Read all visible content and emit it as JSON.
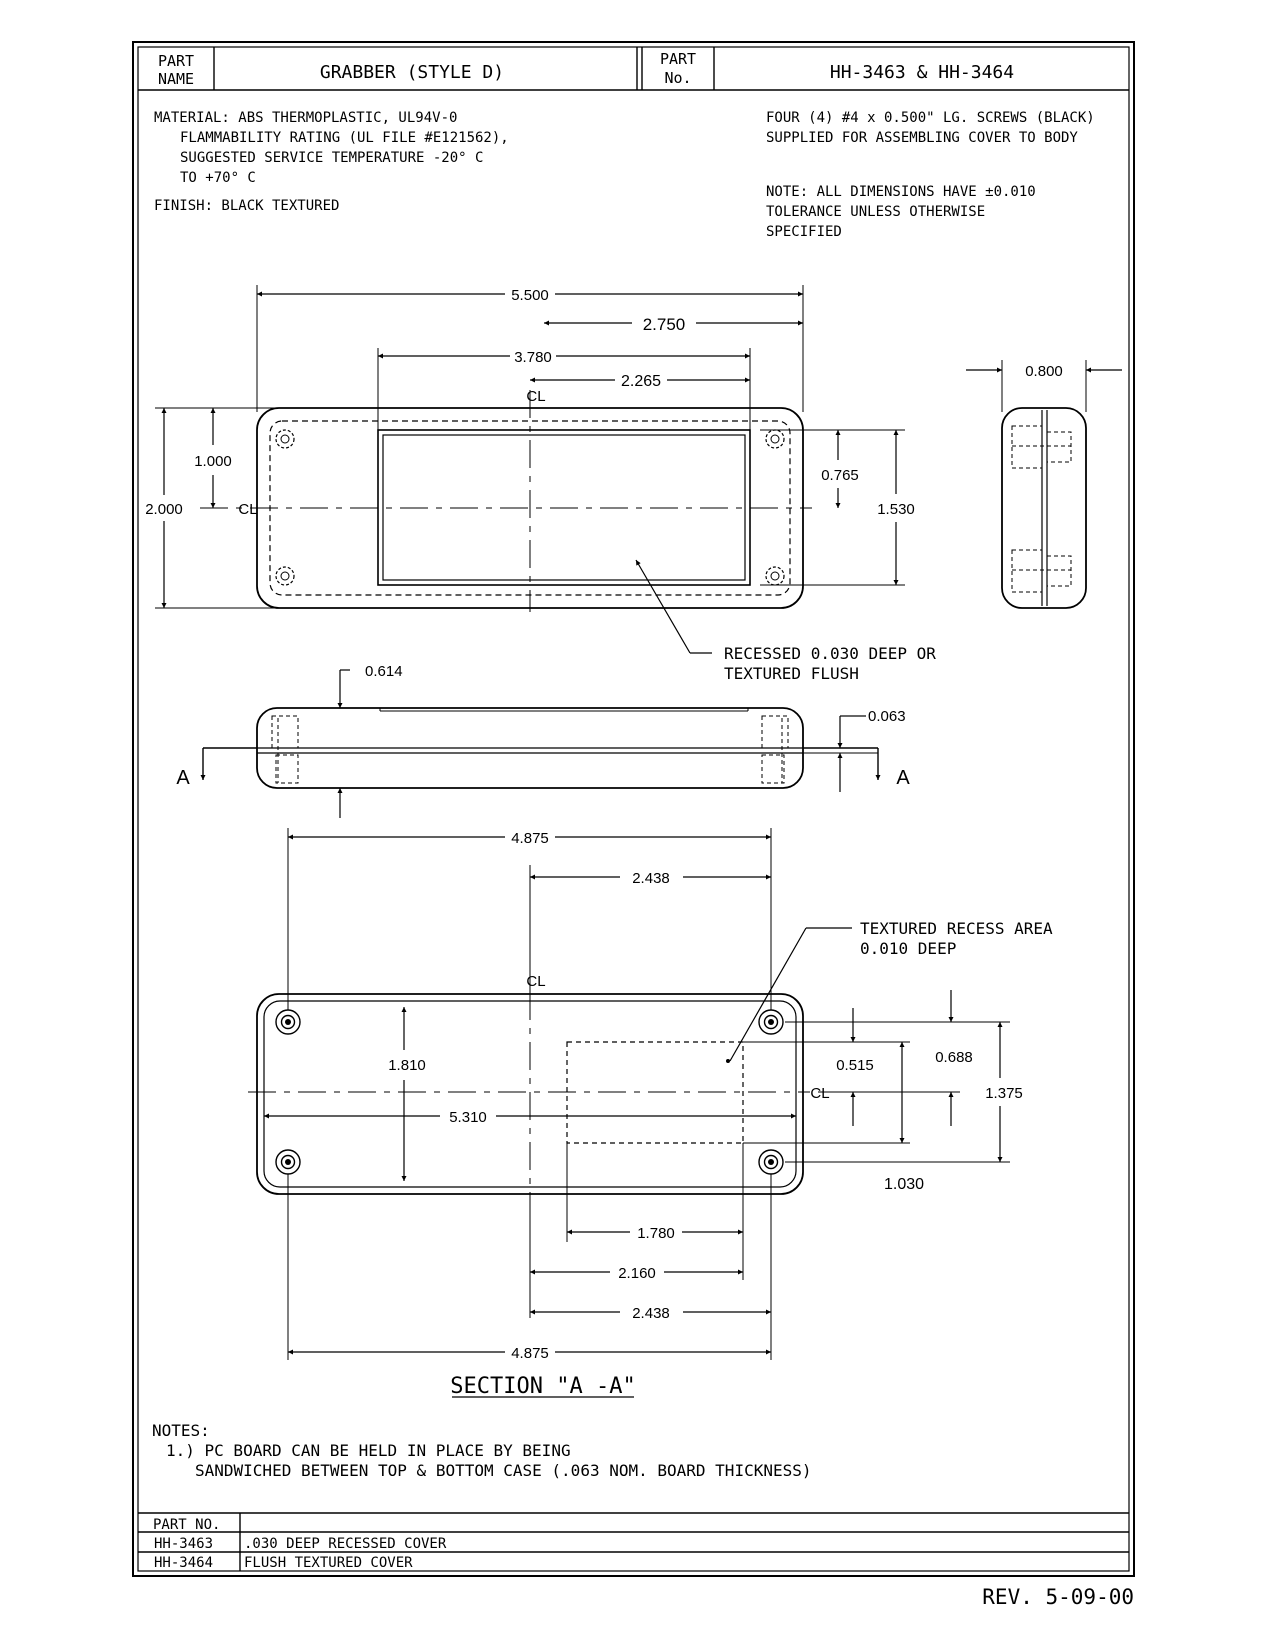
{
  "title_block": {
    "part_name_label_1": "PART",
    "part_name_label_2": "NAME",
    "part_name": "GRABBER  (STYLE D)",
    "part_no_label_1": "PART",
    "part_no_label_2": "No.",
    "part_no": "HH-3463  &  HH-3464"
  },
  "material": {
    "line1": "MATERIAL: ABS THERMOPLASTIC, UL94V-0",
    "line2": "FLAMMABILITY RATING (UL FILE #E121562),",
    "line3": "SUGGESTED SERVICE TEMPERATURE -20° C",
    "line4": "TO +70° C",
    "finish": "FINISH: BLACK TEXTURED"
  },
  "screws": {
    "line1": "FOUR (4) #4 x 0.500\" LG. SCREWS (BLACK)",
    "line2": "SUPPLIED FOR ASSEMBLING COVER TO BODY"
  },
  "tolerance": {
    "line1": "NOTE: ALL DIMENSIONS HAVE ±0.010",
    "line2": "TOLERANCE UNLESS OTHERWISE",
    "line3": "SPECIFIED"
  },
  "top_view": {
    "dim_width": "5.500",
    "dim_half_width": "2.750",
    "dim_recess_width": "3.780",
    "dim_recess_half": "2.265",
    "dim_height": "2.000",
    "dim_half_height": "1.000",
    "dim_recess_half_height": "0.765",
    "dim_recess_height": "1.530",
    "centerline": "CL",
    "callout_line1": "RECESSED 0.030 DEEP OR",
    "callout_line2": "TEXTURED FLUSH"
  },
  "end_view": {
    "dim_depth": "0.800"
  },
  "side_view": {
    "dim_height": "0.614",
    "dim_lip": "0.063",
    "section_mark": "A"
  },
  "section_view": {
    "dim_hole_span_top": "4.875",
    "dim_hole_half_top": "2.438",
    "callout_line1": "TEXTURED RECESS AREA",
    "callout_line2": "0.010 DEEP",
    "dim_inner_height": "1.810",
    "dim_inner_width": "5.310",
    "dim_recess_half_h": "0.515",
    "dim_hole_half_h": "0.688",
    "dim_hole_span_h": "1.375",
    "dim_recess_h": "1.030",
    "dim_recess_w": "1.780",
    "dim_recess_offset": "2.160",
    "dim_hole_half_bottom": "2.438",
    "dim_hole_span_bottom": "4.875",
    "centerline": "CL",
    "title": "SECTION \"A -A\""
  },
  "notes": {
    "heading": "NOTES:",
    "line1": "1.) PC BOARD CAN BE HELD IN PLACE BY BEING",
    "line2": "SANDWICHED BETWEEN TOP & BOTTOM CASE (.063 NOM. BOARD THICKNESS)"
  },
  "parts_table": {
    "header": "PART NO.",
    "rows": [
      {
        "part": "HH-3463",
        "desc": ".030 DEEP RECESSED COVER"
      },
      {
        "part": "HH-3464",
        "desc": "FLUSH TEXTURED COVER"
      }
    ]
  },
  "revision": "REV. 5-09-00"
}
